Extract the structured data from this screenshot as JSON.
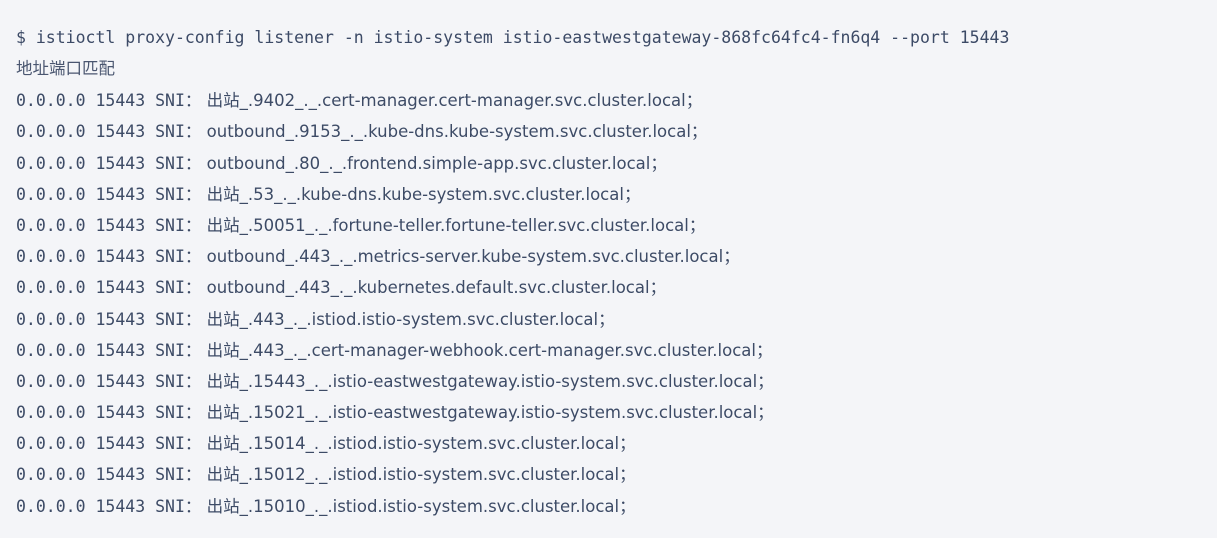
{
  "terminal": {
    "background_color": "#f4f5f8",
    "text_color": "#3d4b66",
    "prompt_symbol": "$",
    "command": "$ istioctl proxy-config listener -n istio-system istio-eastwestgateway-868fc64fc4-fn6q4 --port 15443",
    "column_header": "地址端口匹配",
    "row_prefix": "0.0.0.0 15443 SNI：",
    "line_terminator": "；",
    "rows": [
      {
        "prefix": "0.0.0.0 15443 SNI：",
        "address": "0.0.0.0",
        "port": "15443",
        "match_type": "SNI",
        "direction": "出站",
        "value": "出站_.9402_._.cert-manager.cert-manager.svc.cluster.local",
        "service_port": "9402",
        "service": "cert-manager",
        "namespace": "cert-manager",
        "terminator": "；"
      },
      {
        "prefix": "0.0.0.0 15443 SNI：",
        "address": "0.0.0.0",
        "port": "15443",
        "match_type": "SNI",
        "direction": "outbound",
        "value": "outbound_.9153_._.kube-dns.kube-system.svc.cluster.local",
        "service_port": "9153",
        "service": "kube-dns",
        "namespace": "kube-system",
        "terminator": "；"
      },
      {
        "prefix": "0.0.0.0 15443 SNI：",
        "address": "0.0.0.0",
        "port": "15443",
        "match_type": "SNI",
        "direction": "outbound",
        "value": "outbound_.80_._.frontend.simple-app.svc.cluster.local",
        "service_port": "80",
        "service": "frontend",
        "namespace": "simple-app",
        "terminator": "；"
      },
      {
        "prefix": "0.0.0.0 15443 SNI：",
        "address": "0.0.0.0",
        "port": "15443",
        "match_type": "SNI",
        "direction": "出站",
        "value": "出站_.53_._.kube-dns.kube-system.svc.cluster.local",
        "service_port": "53",
        "service": "kube-dns",
        "namespace": "kube-system",
        "terminator": "；"
      },
      {
        "prefix": "0.0.0.0 15443 SNI：",
        "address": "0.0.0.0",
        "port": "15443",
        "match_type": "SNI",
        "direction": "出站",
        "value": "出站_.50051_._.fortune-teller.fortune-teller.svc.cluster.local",
        "service_port": "50051",
        "service": "fortune-teller",
        "namespace": "fortune-teller",
        "terminator": "；"
      },
      {
        "prefix": "0.0.0.0 15443 SNI：",
        "address": "0.0.0.0",
        "port": "15443",
        "match_type": "SNI",
        "direction": "outbound",
        "value": "outbound_.443_._.metrics-server.kube-system.svc.cluster.local",
        "service_port": "443",
        "service": "metrics-server",
        "namespace": "kube-system",
        "terminator": "；"
      },
      {
        "prefix": "0.0.0.0 15443 SNI：",
        "address": "0.0.0.0",
        "port": "15443",
        "match_type": "SNI",
        "direction": "outbound",
        "value": "outbound_.443_._.kubernetes.default.svc.cluster.local",
        "service_port": "443",
        "service": "kubernetes",
        "namespace": "default",
        "terminator": "；"
      },
      {
        "prefix": "0.0.0.0 15443 SNI：",
        "address": "0.0.0.0",
        "port": "15443",
        "match_type": "SNI",
        "direction": "出站",
        "value": "出站_.443_._.istiod.istio-system.svc.cluster.local",
        "service_port": "443",
        "service": "istiod",
        "namespace": "istio-system",
        "terminator": "；"
      },
      {
        "prefix": "0.0.0.0 15443 SNI：",
        "address": "0.0.0.0",
        "port": "15443",
        "match_type": "SNI",
        "direction": "出站",
        "value": "出站_.443_._.cert-manager-webhook.cert-manager.svc.cluster.local",
        "service_port": "443",
        "service": "cert-manager-webhook",
        "namespace": "cert-manager",
        "terminator": "；"
      },
      {
        "prefix": "0.0.0.0 15443 SNI：",
        "address": "0.0.0.0",
        "port": "15443",
        "match_type": "SNI",
        "direction": "出站",
        "value": "出站_.15443_._.istio-eastwestgateway.istio-system.svc.cluster.local",
        "service_port": "15443",
        "service": "istio-eastwestgateway",
        "namespace": "istio-system",
        "terminator": "；"
      },
      {
        "prefix": "0.0.0.0 15443 SNI：",
        "address": "0.0.0.0",
        "port": "15443",
        "match_type": "SNI",
        "direction": "出站",
        "value": "出站_.15021_._.istio-eastwestgateway.istio-system.svc.cluster.local",
        "service_port": "15021",
        "service": "istio-eastwestgateway",
        "namespace": "istio-system",
        "terminator": "；"
      },
      {
        "prefix": "0.0.0.0 15443 SNI：",
        "address": "0.0.0.0",
        "port": "15443",
        "match_type": "SNI",
        "direction": "出站",
        "value": "出站_.15014_._.istiod.istio-system.svc.cluster.local",
        "service_port": "15014",
        "service": "istiod",
        "namespace": "istio-system",
        "terminator": "；"
      },
      {
        "prefix": "0.0.0.0 15443 SNI：",
        "address": "0.0.0.0",
        "port": "15443",
        "match_type": "SNI",
        "direction": "出站",
        "value": "出站_.15012_._.istiod.istio-system.svc.cluster.local",
        "service_port": "15012",
        "service": "istiod",
        "namespace": "istio-system",
        "terminator": "；"
      },
      {
        "prefix": "0.0.0.0 15443 SNI：",
        "address": "0.0.0.0",
        "port": "15443",
        "match_type": "SNI",
        "direction": "出站",
        "value": "出站_.15010_._.istiod.istio-system.svc.cluster.local",
        "service_port": "15010",
        "service": "istiod",
        "namespace": "istio-system",
        "terminator": "；"
      }
    ]
  }
}
